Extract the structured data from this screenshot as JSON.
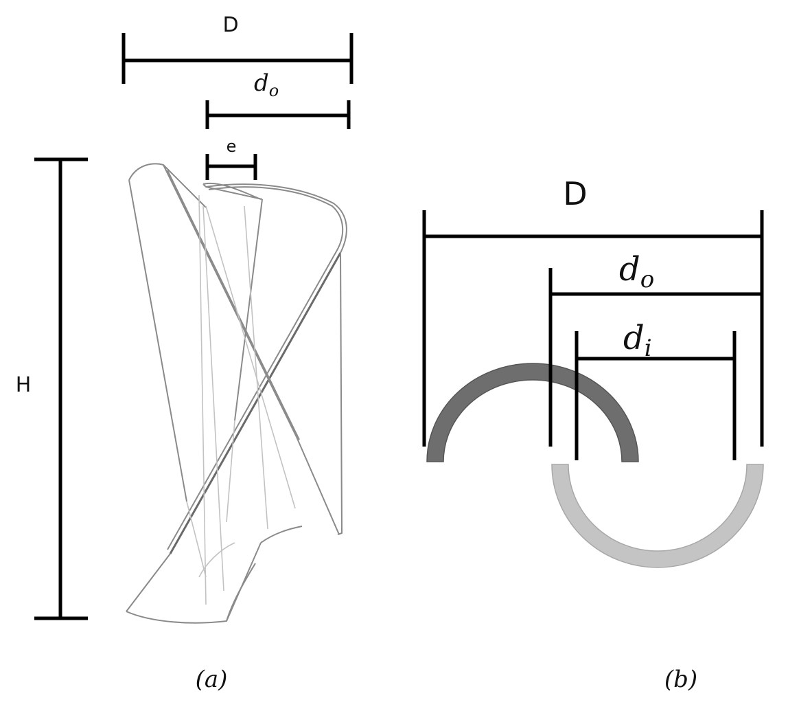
{
  "figure": {
    "panel_a": {
      "label_D": "D",
      "label_do_base": "d",
      "label_do_sub": "o",
      "label_e": "e",
      "label_H": "H",
      "caption": "(a)"
    },
    "panel_b": {
      "label_D": "D",
      "label_do_base": "d",
      "label_do_sub": "o",
      "label_di_base": "d",
      "label_di_sub": "i",
      "caption": "(b)"
    },
    "colors": {
      "upper_bucket": "#6e6e6e",
      "lower_bucket": "#c4c4c4",
      "dimension_lines": "#000000"
    }
  }
}
